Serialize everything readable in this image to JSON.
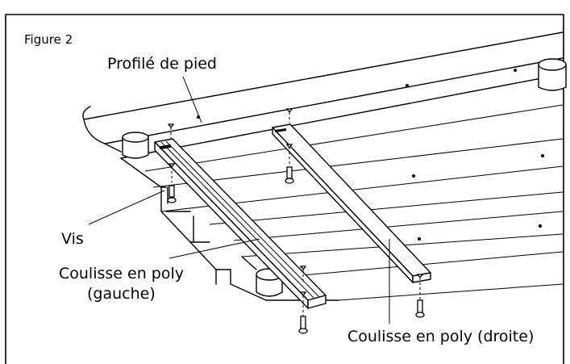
{
  "figure": {
    "label": "Figure 2",
    "callouts": {
      "foot_profile": "Profilé de pied",
      "screw": "Vis",
      "left_slide_line1": "Coulisse en poly",
      "left_slide_line2": "(gauche)",
      "right_slide": "Coulisse en poly (droite)"
    }
  }
}
